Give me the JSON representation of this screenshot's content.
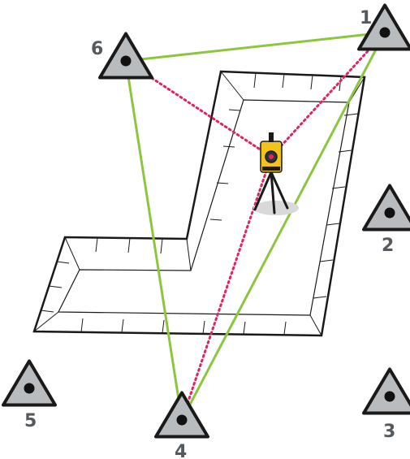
{
  "colors": {
    "outline": "#1a1a1a",
    "marker_fill": "#b8bcbf",
    "marker_dot": "#111111",
    "label": "#555a5e",
    "network": "#8cc63f",
    "sightline": "#e0245e",
    "instrument": "#f2c318",
    "tripod": "#1a1a1a"
  },
  "control_points": [
    {
      "id": "1",
      "label": "1",
      "used_in_network": true
    },
    {
      "id": "2",
      "label": "2",
      "used_in_network": false
    },
    {
      "id": "3",
      "label": "3",
      "used_in_network": false
    },
    {
      "id": "4",
      "label": "4",
      "used_in_network": true
    },
    {
      "id": "5",
      "label": "5",
      "used_in_network": false
    },
    {
      "id": "6",
      "label": "6",
      "used_in_network": true
    }
  ],
  "network_links": [
    [
      "6",
      "1"
    ],
    [
      "1",
      "4"
    ],
    [
      "4",
      "6"
    ]
  ],
  "sightlines": [
    [
      "instrument",
      "6"
    ],
    [
      "instrument",
      "1"
    ],
    [
      "instrument",
      "4"
    ]
  ],
  "icons": {
    "marker": "survey-control-triangle-icon",
    "instrument": "total-station-icon",
    "building": "building-floorplan-icon"
  }
}
